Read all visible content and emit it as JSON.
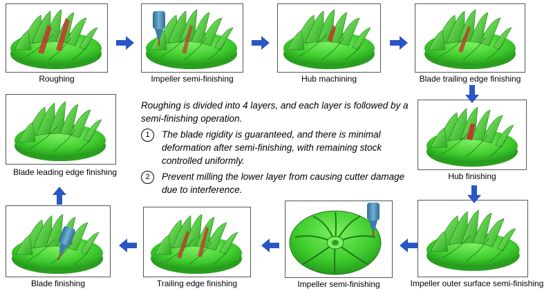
{
  "steps": [
    {
      "id": "roughing",
      "label": "Roughing"
    },
    {
      "id": "impeller-semi-finishing-1",
      "label": "Impeller semi-finishing"
    },
    {
      "id": "hub-machining",
      "label": "Hub machining"
    },
    {
      "id": "blade-trailing-edge-finishing",
      "label": "Blade trailing edge finishing"
    },
    {
      "id": "hub-finishing",
      "label": "Hub finishing"
    },
    {
      "id": "impeller-outer-surface-semi-finishing",
      "label": "Impeller outer surface semi-finishing"
    },
    {
      "id": "impeller-semi-finishing-2",
      "label": "Impeller semi-finishing"
    },
    {
      "id": "trailing-edge-finishing",
      "label": "Trailing edge finishing"
    },
    {
      "id": "blade-finishing",
      "label": "Blade finishing"
    },
    {
      "id": "blade-leading-edge-finishing",
      "label": "Blade leading edge finishing"
    }
  ],
  "note": {
    "intro": "Roughing is divided into 4 layers, and each layer is followed by a semi-finishing operation.",
    "items": [
      {
        "marker": "1",
        "text": "The blade rigidity is guaranteed, and there is minimal deformation after semi-finishing, with remaining stock controlled uniformly."
      },
      {
        "marker": "2",
        "text": "Prevent milling the lower layer from causing cutter damage due to interference."
      }
    ]
  },
  "colors": {
    "impeller_green": "#3fcc2e",
    "blade_green": "#63e84d",
    "toolpath_red": "#c0392b",
    "tool_blue": "#4f8fb8",
    "arrow_blue": "#2856c4"
  }
}
